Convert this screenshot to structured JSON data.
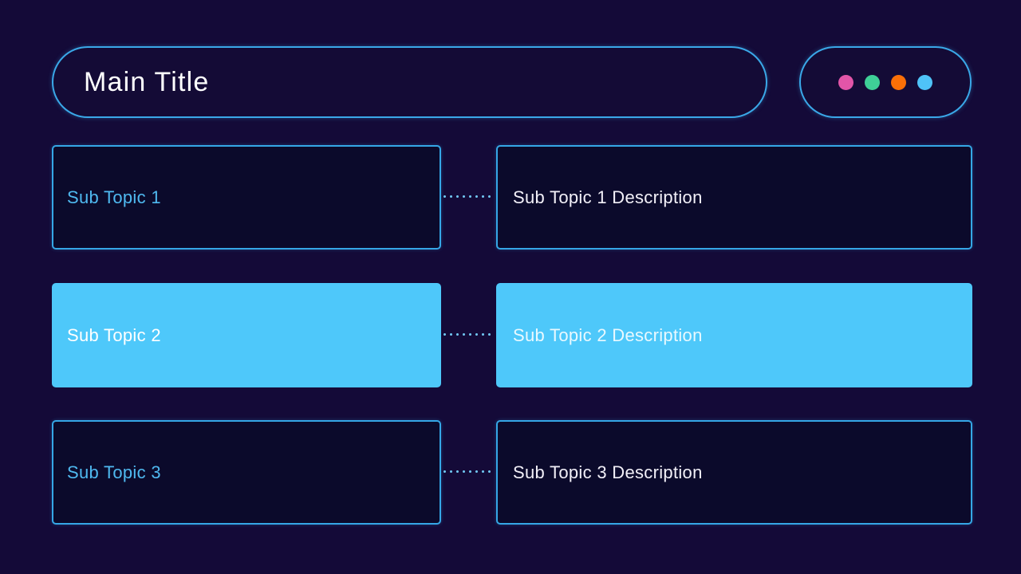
{
  "header": {
    "title": "Main Title",
    "dots": [
      {
        "name": "dot-pink",
        "color": "#e255a8"
      },
      {
        "name": "dot-green",
        "color": "#3fcf97"
      },
      {
        "name": "dot-orange",
        "color": "#fb6f07"
      },
      {
        "name": "dot-blue",
        "color": "#4fc3f7"
      }
    ]
  },
  "accent": {
    "border": "#35a7e6",
    "fill": "#4ec8fa",
    "background": "#140a38",
    "card_background": "#0b0a2b",
    "label_text": "#4fb9f0",
    "description_text": "#f2f0f8"
  },
  "rows": [
    {
      "topic": "Sub Topic 1",
      "description": "Sub Topic 1 Description",
      "highlighted": false
    },
    {
      "topic": "Sub Topic 2",
      "description": "Sub Topic 2 Description",
      "highlighted": true
    },
    {
      "topic": "Sub Topic 3",
      "description": "Sub Topic 3 Description",
      "highlighted": false
    }
  ]
}
